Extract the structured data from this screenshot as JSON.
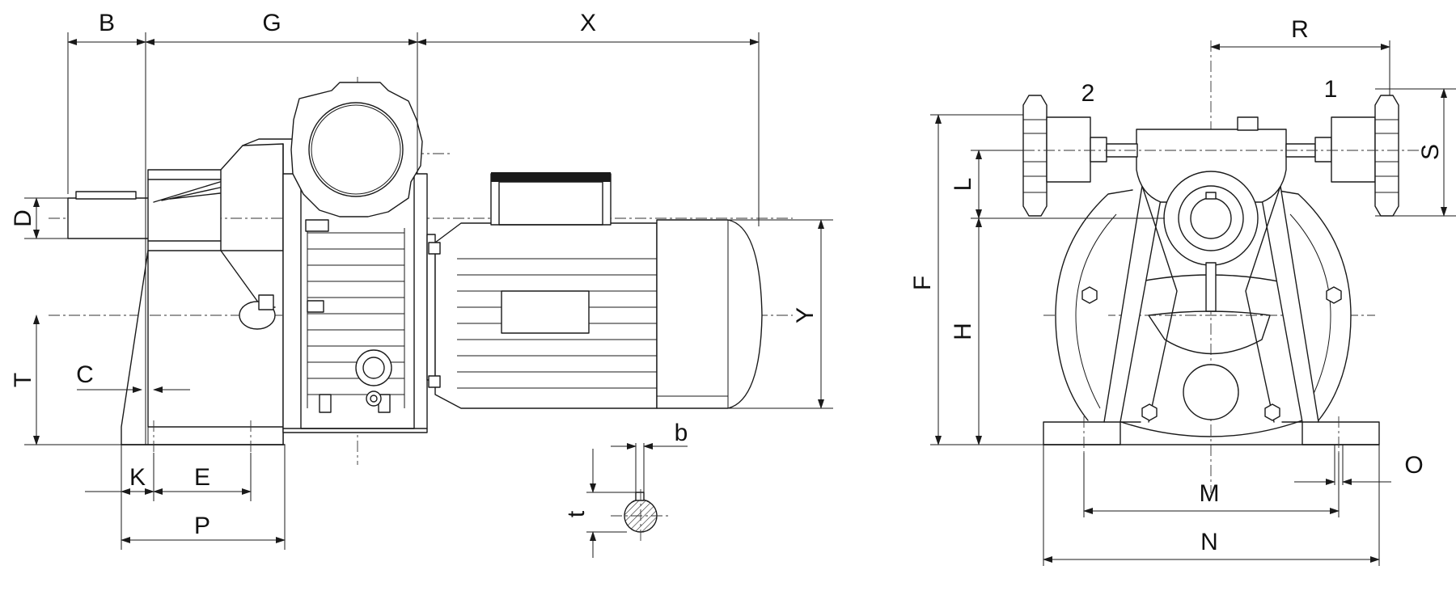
{
  "side_view": {
    "labels": {
      "B": "B",
      "G": "G",
      "X": "X",
      "D": "D",
      "T": "T",
      "C": "C",
      "Y": "Y",
      "K": "K",
      "E": "E",
      "P": "P",
      "b": "b",
      "t": "t"
    }
  },
  "front_view": {
    "labels": {
      "R": "R",
      "S": "S",
      "F": "F",
      "L": "L",
      "H": "H",
      "M": "M",
      "N": "N",
      "O": "O",
      "handwheel_1": "1",
      "handwheel_2": "2"
    }
  }
}
